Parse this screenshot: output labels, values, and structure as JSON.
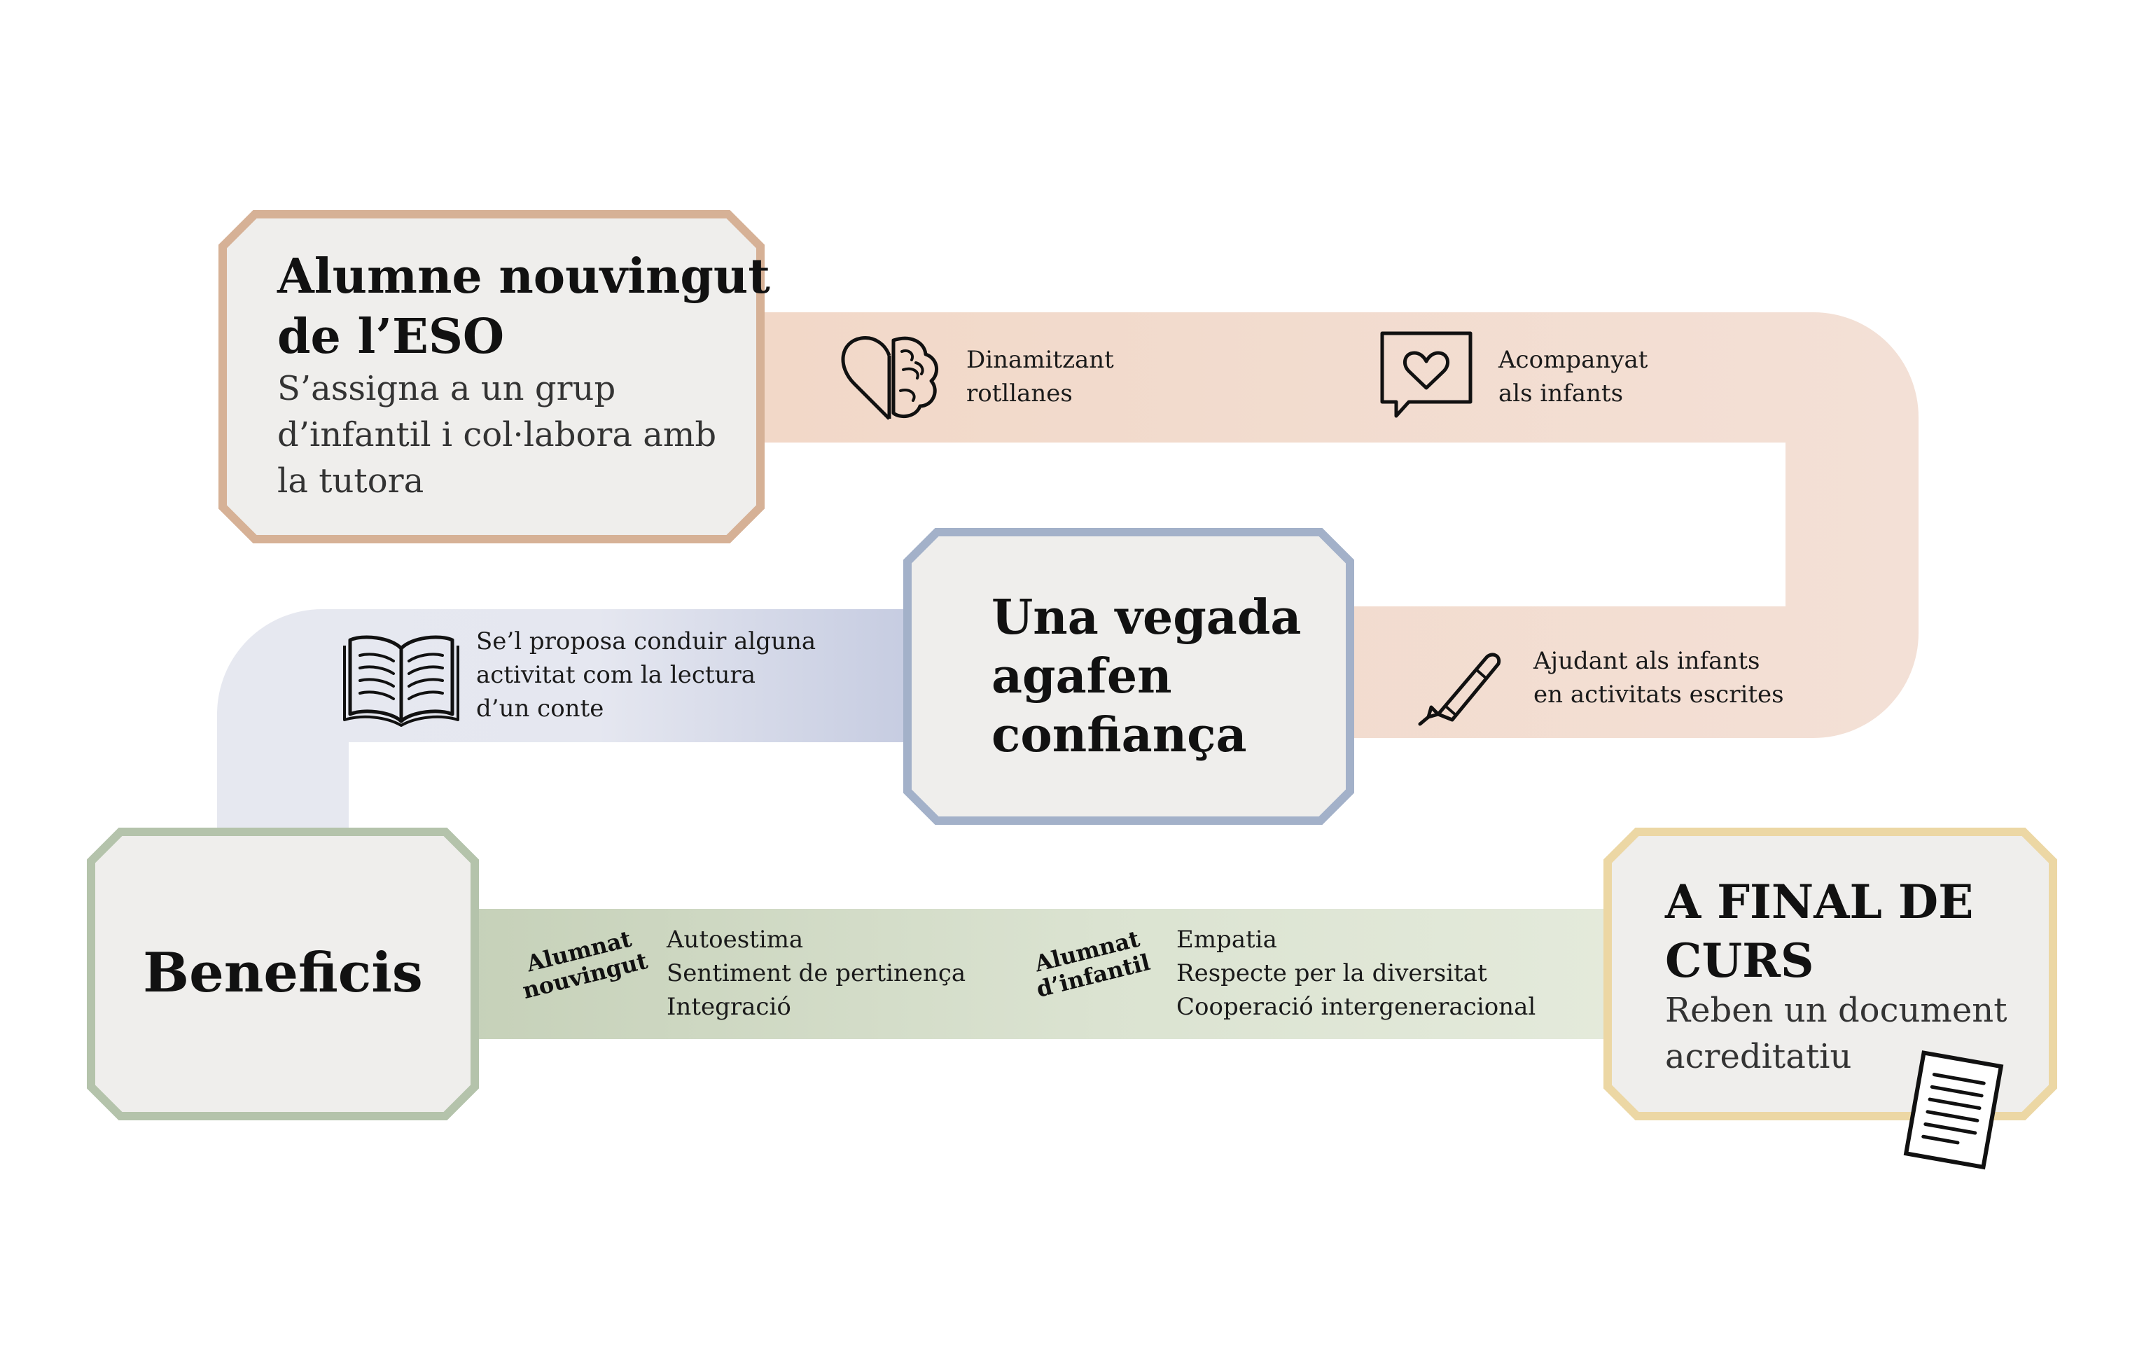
{
  "colors": {
    "peach": "#f2ddd2",
    "peach_border": "#d6b196",
    "lavender": "#e5e7f0",
    "lavender_dark": "#c9cee2",
    "blue_border": "#a3b1c9",
    "green_light": "#e3e9da",
    "green_dark": "#c9d4bd",
    "green_border": "#b4c3ab",
    "yellow_border": "#ecd7a4",
    "box_fill": "#efeeec"
  },
  "boxes": {
    "start": {
      "title_line1": "Alumne nouvingut",
      "title_line2": "de l’ESO",
      "sub_line1": "S’assigna a un grup",
      "sub_line2": "d’infantil i col·labora amb",
      "sub_line3": "la tutora"
    },
    "middle": {
      "title_line1": "Una vegada",
      "title_line2": "agafen",
      "title_line3": "confiança"
    },
    "benefits": {
      "title": "Beneficis"
    },
    "end": {
      "title_line1": "A FINAL DE",
      "title_line2": "CURS",
      "sub_line1": "Reben un document",
      "sub_line2": "acreditatiu"
    }
  },
  "activities": {
    "dinamitzant": {
      "line1": "Dinamitzant",
      "line2": "rotllanes",
      "icon": "heart-brain-icon"
    },
    "acompanyat": {
      "line1": "Acompanyat",
      "line2": "als infants",
      "icon": "speech-heart-icon"
    },
    "ajudant": {
      "line1": "Ajudant als infants",
      "line2": "en activitats escrites",
      "icon": "marker-pen-icon"
    },
    "lectura": {
      "line1": "Se’l proposa conduir alguna",
      "line2": "activitat com la lectura",
      "line3": "d’un conte",
      "icon": "open-book-icon"
    }
  },
  "benefits": {
    "nouvingut": {
      "tag_line1": "Alumnat",
      "tag_line2": "nouvingut",
      "items": [
        "Autoestima",
        "Sentiment de pertinença",
        "Integració"
      ]
    },
    "infantil": {
      "tag_line1": "Alumnat",
      "tag_line2": "d’infantil",
      "items": [
        "Empatia",
        "Respecte per la diversitat",
        "Cooperació intergeneracional"
      ]
    }
  },
  "document_icon": "document-icon"
}
